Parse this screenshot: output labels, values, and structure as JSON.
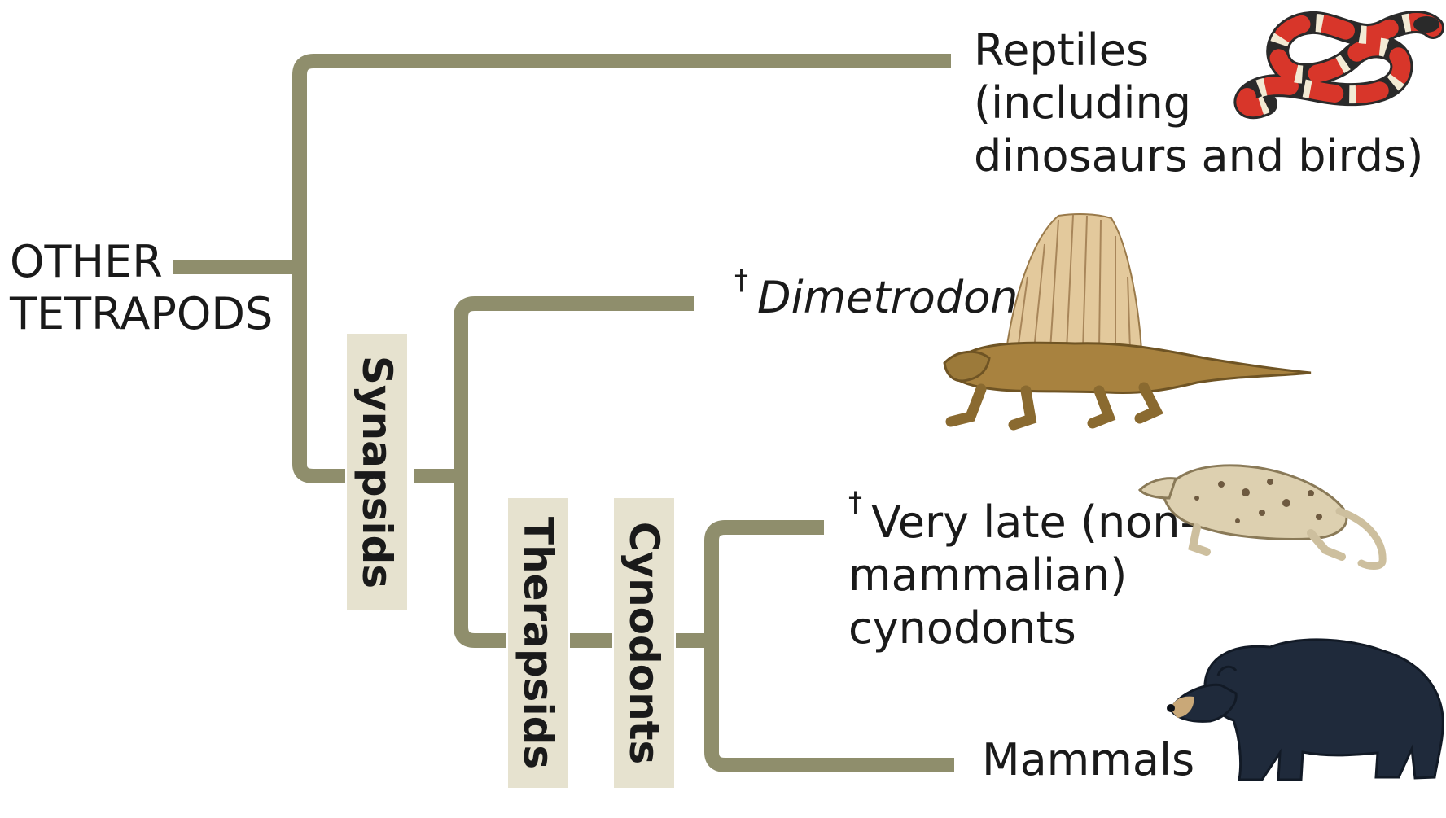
{
  "colors": {
    "branch": "#8f8e6c",
    "clade_box": "#e6e2cf",
    "text": "#1a1a1a"
  },
  "root": {
    "line1": "OTHER",
    "line2": "TETRAPODS"
  },
  "taxa": {
    "reptiles": {
      "line1": "Reptiles",
      "line2": "(including",
      "line3": "dinosaurs and birds)",
      "image": "coral-snake"
    },
    "dimetrodon": {
      "dagger": "†",
      "name": "Dimetrodon",
      "image": "dimetrodon"
    },
    "cynodonts": {
      "dagger": "†",
      "line1": "Very late (non-",
      "line2": "mammalian)",
      "line3": "cynodonts",
      "image": "cynodont"
    },
    "mammals": {
      "name": "Mammals",
      "image": "black-bear"
    }
  },
  "clades": {
    "synapsids": "Synapsids",
    "therapsids": "Therapsids",
    "cynodonts": "Cynodonts"
  }
}
